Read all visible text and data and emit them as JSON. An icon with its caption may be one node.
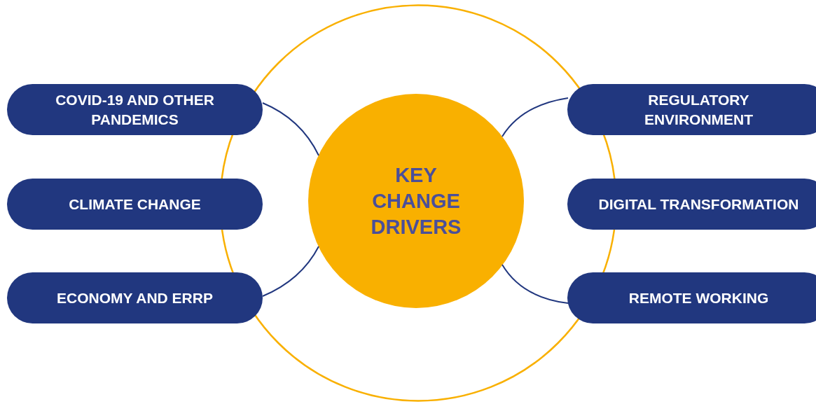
{
  "diagram": {
    "nodes": [
      {
        "text": [],
        "shape": "circle"
      },
      {
        "text": [
          "KEY CHANGE DRIVERS"
        ],
        "in": 0
      },
      {
        "text": [
          "COVID-19 AND OTHER PANDEMICS"
        ]
      },
      {
        "text": [
          "CLIMATE CHANGE"
        ]
      },
      {
        "text": [
          "ECONOMY AND ERRP"
        ]
      },
      {
        "text": [
          "REGULATORY ENVIRONMENT"
        ]
      },
      {
        "text": [
          "DIGITAL TRANSFORMATION"
        ]
      },
      {
        "text": [
          "REMOTE WORKING"
        ]
      }
    ],
    "edges": [
      {
        "from": 1,
        "to": 2,
        "arrow": "none"
      },
      {
        "from": 1,
        "to": 4,
        "arrow": "none"
      },
      {
        "from": 1,
        "to": 5,
        "arrow": "none"
      },
      {
        "from": 1,
        "to": 7,
        "arrow": "none"
      }
    ]
  }
}
